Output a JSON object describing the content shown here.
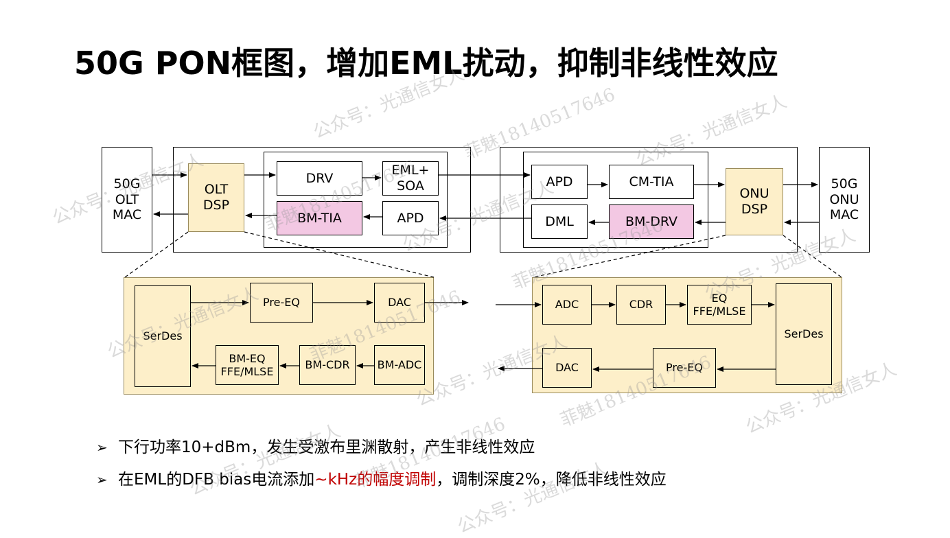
{
  "title": "50G PON框图，增加EML扰动，抑制非线性效应",
  "top": {
    "olt_mac": "50G\nOLT\nMAC",
    "olt_dsp": "OLT\nDSP",
    "drv": "DRV",
    "eml_soa": "EML+\nSOA",
    "bm_tia": "BM-TIA",
    "apd_left": "APD",
    "apd_right": "APD",
    "cm_tia": "CM-TIA",
    "dml": "DML",
    "bm_drv": "BM-DRV",
    "onu_dsp": "ONU\nDSP",
    "onu_mac": "50G\nONU\nMAC"
  },
  "olt_detail": {
    "serdes": "SerDes",
    "pre_eq": "Pre-EQ",
    "dac": "DAC",
    "bm_eq": "BM-EQ\nFFE/MLSE",
    "bm_cdr": "BM-CDR",
    "bm_adc": "BM-ADC"
  },
  "onu_detail": {
    "adc": "ADC",
    "cdr": "CDR",
    "eq": "EQ\nFFE/MLSE",
    "serdes": "SerDes",
    "dac": "DAC",
    "pre_eq": "Pre-EQ"
  },
  "bullets": {
    "mark": "➢",
    "b1": "下行功率10+dBm，发生受激布里渊散射，产生非线性效应",
    "b2_pre": "在EML的DFB bias电流添加",
    "b2_red": "~kHz的幅度调制",
    "b2_post": "，调制深度2%，降低非线性效应"
  },
  "watermarks": {
    "w1": "公众号：光通信女人",
    "w2": "菲魅18140517646"
  },
  "colors": {
    "dsp_fill": "#fdefc9",
    "bm_fill": "#f3c8e3",
    "highlight_text": "#c00000"
  }
}
